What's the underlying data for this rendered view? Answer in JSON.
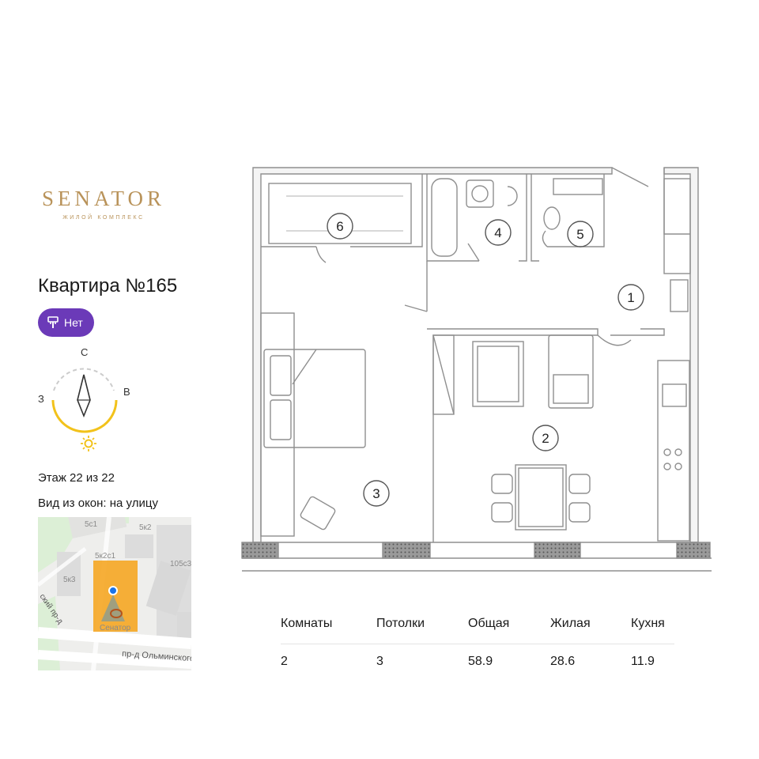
{
  "brand": {
    "name": "SENATOR",
    "tagline": "ЖИЛОЙ КОМПЛЕКС",
    "color": "#b9935a"
  },
  "apartment": {
    "title": "Квартира №165"
  },
  "finish": {
    "label": "Нет",
    "icon": "paint-roller-icon",
    "color": "#6b3ab8"
  },
  "compass": {
    "north": "С",
    "west": "З",
    "east": "В",
    "accent": "#f2c21b",
    "sun_icon": "sun-icon"
  },
  "floor": {
    "text": "Этаж 22 из 22"
  },
  "view": {
    "text": "Вид из окон: на улицу"
  },
  "map": {
    "labels": [
      "5с1",
      "5к2",
      "5к2с1",
      "105с3",
      "5к3",
      "Сенатор",
      "ский пр-д",
      "пр-д Ольминского"
    ],
    "highlight_color": "#f5a623",
    "marker_color": "#1a73e8"
  },
  "plan": {
    "rooms": [
      "1",
      "2",
      "3",
      "4",
      "5",
      "6"
    ]
  },
  "specs": {
    "headers": [
      "Комнаты",
      "Потолки",
      "Общая",
      "Жилая",
      "Кухня"
    ],
    "values": [
      "2",
      "3",
      "58.9",
      "28.6",
      "11.9"
    ]
  }
}
